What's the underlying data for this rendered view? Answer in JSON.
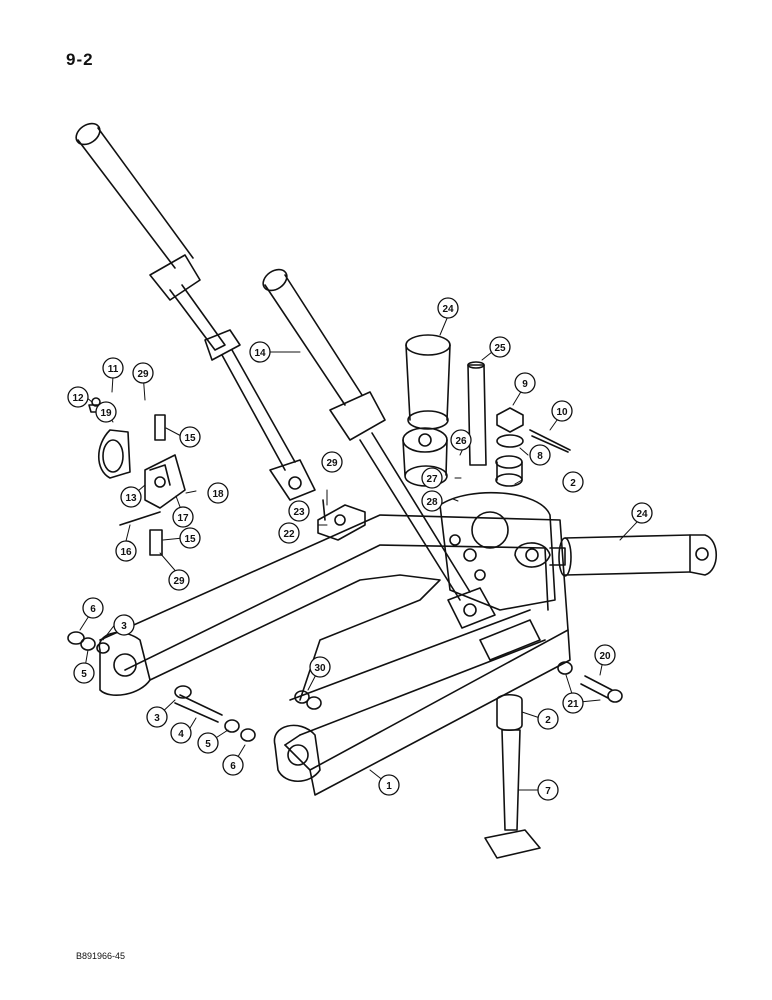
{
  "page": {
    "number": "9-2",
    "code": "B891966-45"
  },
  "callouts": [
    "1",
    "2",
    "3",
    "4",
    "5",
    "6",
    "7",
    "8",
    "9",
    "10",
    "11",
    "12",
    "13",
    "14",
    "15",
    "16",
    "17",
    "18",
    "19",
    "20",
    "21",
    "22",
    "23",
    "24",
    "25",
    "26",
    "27",
    "28",
    "29",
    "30"
  ],
  "colors": {
    "ink": "#111111",
    "paper": "#ffffff"
  }
}
